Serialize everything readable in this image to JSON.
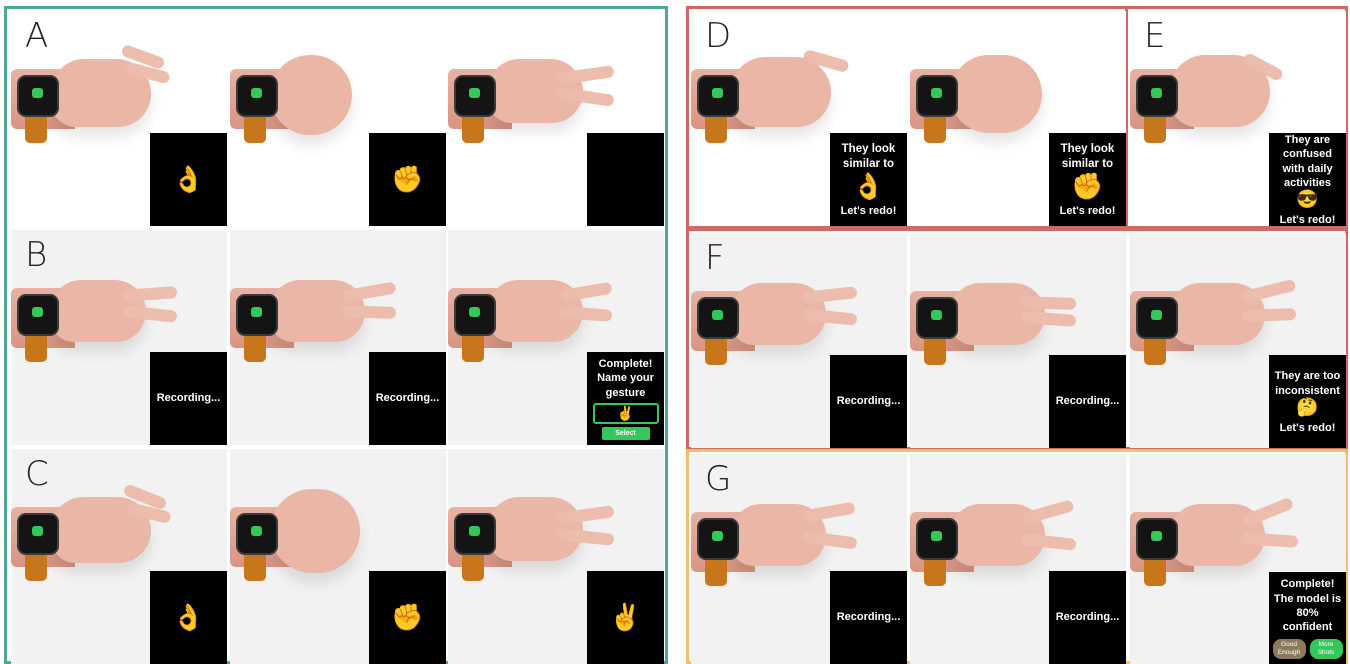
{
  "frames": {
    "teal": "#4fa59a",
    "red": "#d0695f",
    "orange": "#f2bd73"
  },
  "panels": {
    "A": {
      "letter": "A",
      "screens": [
        "👌",
        "✊",
        ""
      ]
    },
    "B": {
      "letter": "B",
      "screens": [
        "Recording...",
        "Recording..."
      ],
      "complete": {
        "title": "Complete! Name your gesture",
        "emoji": "✌️",
        "button": "Select"
      }
    },
    "C": {
      "letter": "C",
      "screens": [
        "👌",
        "✊",
        "✌️"
      ]
    },
    "D": {
      "letter": "D",
      "screens": [
        {
          "line": "They look similar to",
          "emoji": "👌",
          "action": "Let's redo!"
        },
        {
          "line": "They look similar to",
          "emoji": "✊",
          "action": "Let's redo!"
        }
      ]
    },
    "E": {
      "letter": "E",
      "line": "They are confused with daily activities",
      "emoji": "😎",
      "action": "Let's redo!"
    },
    "F": {
      "letter": "F",
      "screens": [
        "Recording...",
        "Recording..."
      ],
      "third": {
        "line": "They are too inconsistent",
        "emoji": "🤔",
        "action": "Let's redo!"
      }
    },
    "G": {
      "letter": "G",
      "screens": [
        "Recording...",
        "Recording..."
      ],
      "complete": {
        "title": "Complete! The model is 80% confident",
        "good": "Good Enough",
        "more": "More Shots"
      }
    }
  }
}
